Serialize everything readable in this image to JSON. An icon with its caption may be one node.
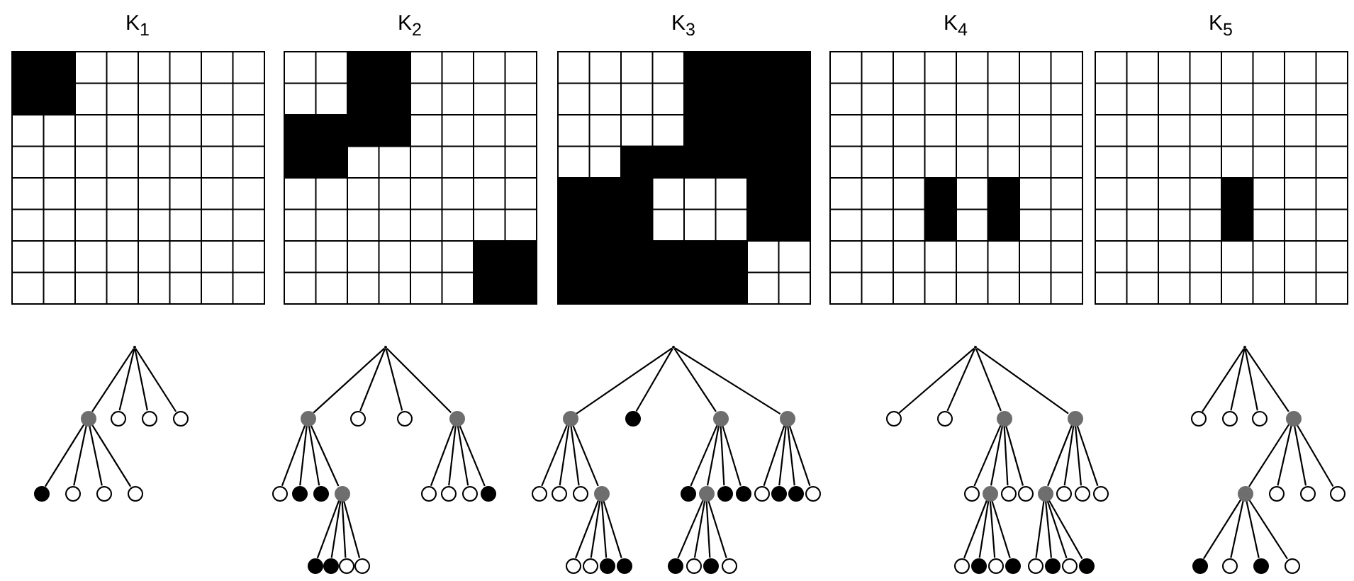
{
  "diagram": {
    "nodes": [
      {
        "text": [
          "K$_{1}$"
        ]
      },
      {
        "text": [
          "K$_{2}$"
        ]
      },
      {
        "text": [
          "K$_{3}$"
        ]
      },
      {
        "text": [
          "K$_{4}$"
        ]
      },
      {
        "text": [
          "K$_{5}$"
        ]
      },
      {
        "text": [],
        "shape": "point"
      },
      {
        "text": [],
        "shape": "circle"
      },
      {
        "text": [],
        "shape": "circle"
      },
      {
        "text": [],
        "shape": "circle"
      },
      {
        "text": [],
        "shape": "circle"
      },
      {
        "text": [],
        "shape": "circle"
      },
      {
        "text": [],
        "shape": "circle"
      },
      {
        "text": [],
        "shape": "circle"
      },
      {
        "text": [],
        "shape": "circle"
      },
      {
        "text": [],
        "shape": "point"
      },
      {
        "text": [],
        "shape": "circle"
      },
      {
        "text": [],
        "shape": "circle"
      },
      {
        "text": [],
        "shape": "circle"
      },
      {
        "text": [],
        "shape": "circle"
      },
      {
        "text": [],
        "shape": "circle"
      },
      {
        "text": [],
        "shape": "circle"
      },
      {
        "text": [],
        "shape": "circle"
      },
      {
        "text": [],
        "shape": "circle"
      },
      {
        "text": [],
        "shape": "circle"
      },
      {
        "text": [],
        "shape": "circle"
      },
      {
        "text": [],
        "shape": "circle"
      },
      {
        "text": [],
        "shape": "circle"
      },
      {
        "text": [],
        "shape": "circle"
      },
      {
        "text": [],
        "shape": "circle"
      },
      {
        "text": [],
        "shape": "circle"
      },
      {
        "text": [],
        "shape": "circle"
      },
      {
        "text": [],
        "shape": "point"
      },
      {
        "text": [],
        "shape": "circle"
      },
      {
        "text": [],
        "shape": "circle"
      },
      {
        "text": [],
        "shape": "circle"
      },
      {
        "text": [],
        "shape": "circle"
      },
      {
        "text": [],
        "shape": "circle"
      },
      {
        "text": [],
        "shape": "circle"
      },
      {
        "text": [],
        "shape": "circle"
      },
      {
        "text": [],
        "shape": "circle"
      },
      {
        "text": [],
        "shape": "circle"
      },
      {
        "text": [],
        "shape": "circle"
      },
      {
        "text": [],
        "shape": "circle"
      },
      {
        "text": [],
        "shape": "circle"
      },
      {
        "text": [],
        "shape": "circle"
      },
      {
        "text": [],
        "shape": "circle"
      },
      {
        "text": [],
        "shape": "circle"
      },
      {
        "text": [],
        "shape": "circle"
      },
      {
        "text": [],
        "shape": "circle"
      },
      {
        "text": [],
        "shape": "circle"
      },
      {
        "text": [],
        "shape": "circle"
      },
      {
        "text": [],
        "shape": "circle"
      },
      {
        "text": [],
        "shape": "circle"
      },
      {
        "text": [],
        "shape": "circle"
      },
      {
        "text": [],
        "shape": "circle"
      },
      {
        "text": [],
        "shape": "circle"
      },
      {
        "text": [],
        "shape": "point"
      },
      {
        "text": [],
        "shape": "circle"
      },
      {
        "text": [],
        "shape": "circle"
      },
      {
        "text": [],
        "shape": "circle"
      },
      {
        "text": [],
        "shape": "circle"
      },
      {
        "text": [],
        "shape": "circle"
      },
      {
        "text": [],
        "shape": "circle"
      },
      {
        "text": [],
        "shape": "circle"
      },
      {
        "text": [],
        "shape": "circle"
      },
      {
        "text": [],
        "shape": "circle"
      },
      {
        "text": [],
        "shape": "circle"
      },
      {
        "text": [],
        "shape": "circle"
      },
      {
        "text": [],
        "shape": "circle"
      },
      {
        "text": [],
        "shape": "circle"
      },
      {
        "text": [],
        "shape": "circle"
      },
      {
        "text": [],
        "shape": "circle"
      },
      {
        "text": [],
        "shape": "circle"
      },
      {
        "text": [],
        "shape": "circle"
      },
      {
        "text": [],
        "shape": "circle"
      },
      {
        "text": [],
        "shape": "circle"
      },
      {
        "text": [],
        "shape": "circle"
      },
      {
        "text": [],
        "shape": "point"
      },
      {
        "text": [],
        "shape": "circle"
      },
      {
        "text": [],
        "shape": "circle"
      },
      {
        "text": [],
        "shape": "circle"
      },
      {
        "text": [],
        "shape": "circle"
      },
      {
        "text": [],
        "shape": "circle"
      },
      {
        "text": [],
        "shape": "circle"
      },
      {
        "text": [],
        "shape": "circle"
      },
      {
        "text": [],
        "shape": "circle"
      },
      {
        "text": [],
        "shape": "circle"
      },
      {
        "text": [],
        "shape": "circle"
      },
      {
        "text": [],
        "shape": "circle"
      },
      {
        "text": [],
        "shape": "circle"
      }
    ],
    "edges": [
      {
        "from": 5,
        "to": 6,
        "arrow": "none"
      },
      {
        "from": 5,
        "to": 7,
        "arrow": "none"
      },
      {
        "from": 5,
        "to": 8,
        "arrow": "none"
      },
      {
        "from": 5,
        "to": 9,
        "arrow": "none"
      },
      {
        "from": 6,
        "to": 10,
        "arrow": "none"
      },
      {
        "from": 6,
        "to": 11,
        "arrow": "none"
      },
      {
        "from": 6,
        "to": 12,
        "arrow": "none"
      },
      {
        "from": 6,
        "to": 13,
        "arrow": "none"
      },
      {
        "from": 14,
        "to": 15,
        "arrow": "none"
      },
      {
        "from": 14,
        "to": 16,
        "arrow": "none"
      },
      {
        "from": 14,
        "to": 17,
        "arrow": "none"
      },
      {
        "from": 14,
        "to": 18,
        "arrow": "none"
      },
      {
        "from": 15,
        "to": 19,
        "arrow": "none"
      },
      {
        "from": 15,
        "to": 20,
        "arrow": "none"
      },
      {
        "from": 15,
        "to": 21,
        "arrow": "none"
      },
      {
        "from": 15,
        "to": 22,
        "arrow": "none"
      },
      {
        "from": 18,
        "to": 23,
        "arrow": "none"
      },
      {
        "from": 18,
        "to": 24,
        "arrow": "none"
      },
      {
        "from": 18,
        "to": 25,
        "arrow": "none"
      },
      {
        "from": 18,
        "to": 26,
        "arrow": "none"
      },
      {
        "from": 22,
        "to": 27,
        "arrow": "none"
      },
      {
        "from": 22,
        "to": 28,
        "arrow": "none"
      },
      {
        "from": 22,
        "to": 29,
        "arrow": "none"
      },
      {
        "from": 22,
        "to": 30,
        "arrow": "none"
      },
      {
        "from": 31,
        "to": 32,
        "arrow": "none"
      },
      {
        "from": 31,
        "to": 33,
        "arrow": "none"
      },
      {
        "from": 31,
        "to": 34,
        "arrow": "none"
      },
      {
        "from": 31,
        "to": 35,
        "arrow": "none"
      },
      {
        "from": 32,
        "to": 36,
        "arrow": "none"
      },
      {
        "from": 32,
        "to": 37,
        "arrow": "none"
      },
      {
        "from": 32,
        "to": 38,
        "arrow": "none"
      },
      {
        "from": 32,
        "to": 39,
        "arrow": "none"
      },
      {
        "from": 34,
        "to": 40,
        "arrow": "none"
      },
      {
        "from": 34,
        "to": 41,
        "arrow": "none"
      },
      {
        "from": 34,
        "to": 42,
        "arrow": "none"
      },
      {
        "from": 34,
        "to": 43,
        "arrow": "none"
      },
      {
        "from": 35,
        "to": 44,
        "arrow": "none"
      },
      {
        "from": 35,
        "to": 45,
        "arrow": "none"
      },
      {
        "from": 35,
        "to": 46,
        "arrow": "none"
      },
      {
        "from": 35,
        "to": 47,
        "arrow": "none"
      },
      {
        "from": 39,
        "to": 48,
        "arrow": "none"
      },
      {
        "from": 39,
        "to": 49,
        "arrow": "none"
      },
      {
        "from": 39,
        "to": 50,
        "arrow": "none"
      },
      {
        "from": 39,
        "to": 51,
        "arrow": "none"
      },
      {
        "from": 41,
        "to": 52,
        "arrow": "none"
      },
      {
        "from": 41,
        "to": 53,
        "arrow": "none"
      },
      {
        "from": 41,
        "to": 54,
        "arrow": "none"
      },
      {
        "from": 41,
        "to": 55,
        "arrow": "none"
      },
      {
        "from": 56,
        "to": 57,
        "arrow": "none"
      },
      {
        "from": 56,
        "to": 58,
        "arrow": "none"
      },
      {
        "from": 56,
        "to": 59,
        "arrow": "none"
      },
      {
        "from": 56,
        "to": 60,
        "arrow": "none"
      },
      {
        "from": 59,
        "to": 61,
        "arrow": "none"
      },
      {
        "from": 59,
        "to": 62,
        "arrow": "none"
      },
      {
        "from": 59,
        "to": 63,
        "arrow": "none"
      },
      {
        "from": 59,
        "to": 64,
        "arrow": "none"
      },
      {
        "from": 60,
        "to": 65,
        "arrow": "none"
      },
      {
        "from": 60,
        "to": 66,
        "arrow": "none"
      },
      {
        "from": 60,
        "to": 67,
        "arrow": "none"
      },
      {
        "from": 60,
        "to": 68,
        "arrow": "none"
      },
      {
        "from": 62,
        "to": 69,
        "arrow": "none"
      },
      {
        "from": 62,
        "to": 70,
        "arrow": "none"
      },
      {
        "from": 62,
        "to": 71,
        "arrow": "none"
      },
      {
        "from": 62,
        "to": 72,
        "arrow": "none"
      },
      {
        "from": 65,
        "to": 73,
        "arrow": "none"
      },
      {
        "from": 65,
        "to": 74,
        "arrow": "none"
      },
      {
        "from": 65,
        "to": 75,
        "arrow": "none"
      },
      {
        "from": 65,
        "to": 76,
        "arrow": "none"
      },
      {
        "from": 77,
        "to": 78,
        "arrow": "none"
      },
      {
        "from": 77,
        "to": 79,
        "arrow": "none"
      },
      {
        "from": 77,
        "to": 80,
        "arrow": "none"
      },
      {
        "from": 77,
        "to": 81,
        "arrow": "none"
      },
      {
        "from": 81,
        "to": 82,
        "arrow": "none"
      },
      {
        "from": 81,
        "to": 83,
        "arrow": "none"
      },
      {
        "from": 81,
        "to": 84,
        "arrow": "none"
      },
      {
        "from": 81,
        "to": 85,
        "arrow": "none"
      },
      {
        "from": 82,
        "to": 86,
        "arrow": "none"
      },
      {
        "from": 82,
        "to": 87,
        "arrow": "none"
      },
      {
        "from": 82,
        "to": 88,
        "arrow": "none"
      },
      {
        "from": 82,
        "to": 89,
        "arrow": "none"
      }
    ]
  }
}
